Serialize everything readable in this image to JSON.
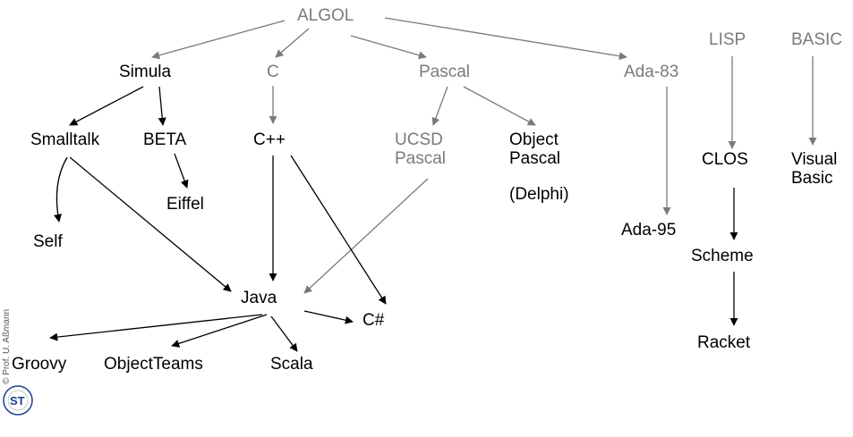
{
  "nodes": {
    "algol": "ALGOL",
    "simula": "Simula",
    "c": "C",
    "pascal": "Pascal",
    "ada83": "Ada-83",
    "lisp": "LISP",
    "basic": "BASIC",
    "smalltalk": "Smalltalk",
    "beta": "BETA",
    "cpp": "C++",
    "ucsd_pascal": [
      "UCSD",
      "Pascal"
    ],
    "object_pascal": [
      "Object",
      "Pascal"
    ],
    "delphi": "(Delphi)",
    "clos": "CLOS",
    "visual_basic": [
      "Visual",
      "Basic"
    ],
    "eiffel": "Eiffel",
    "self": "Self",
    "ada95": "Ada-95",
    "scheme": "Scheme",
    "java": "Java",
    "csharp": "C#",
    "racket": "Racket",
    "groovy": "Groovy",
    "objectteams": "ObjectTeams",
    "scala": "Scala"
  },
  "copyright": "© Prof. U. Aßmann",
  "logo_text": "ST",
  "colors": {
    "black": "#000000",
    "gray": "#7a7a7a",
    "logo_blue": "#1f3f8f"
  }
}
